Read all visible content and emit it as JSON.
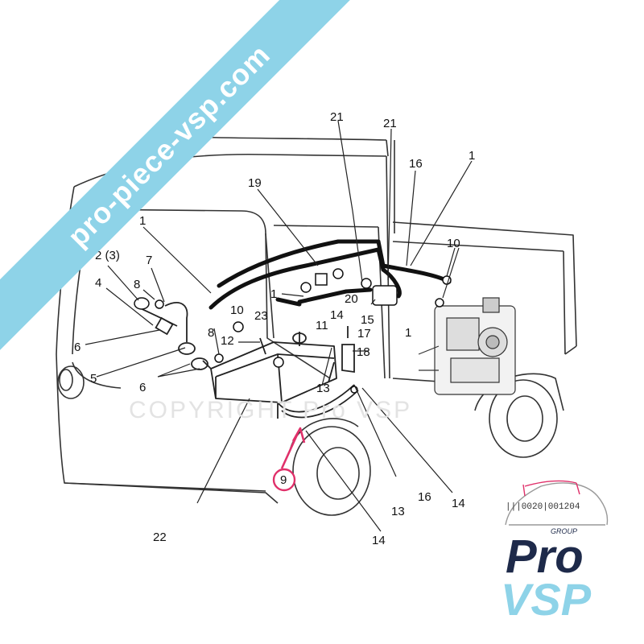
{
  "banner": {
    "text": "pro-piece-vsp.com",
    "color": "#8ed3e8"
  },
  "watermark": {
    "text": "COPYRIGHT Pro VSP"
  },
  "logo": {
    "line1": "Pro",
    "line2": "VSP",
    "tagline": "GROUP",
    "primary_color": "#1e2a4a",
    "accent_color": "#8ed3e8",
    "part_code": "|||0020|001204"
  },
  "highlight": {
    "label": "9",
    "color": "#e0306a"
  },
  "callouts": [
    {
      "id": "c21a",
      "label": "21"
    },
    {
      "id": "c21b",
      "label": "21"
    },
    {
      "id": "c16a",
      "label": "16"
    },
    {
      "id": "c1a",
      "label": "1"
    },
    {
      "id": "c19",
      "label": "19"
    },
    {
      "id": "c1b",
      "label": "1"
    },
    {
      "id": "c10a",
      "label": "10"
    },
    {
      "id": "c2",
      "label": "2 (3)"
    },
    {
      "id": "c7",
      "label": "7"
    },
    {
      "id": "c4",
      "label": "4"
    },
    {
      "id": "c8a",
      "label": "8"
    },
    {
      "id": "c1c",
      "label": "1"
    },
    {
      "id": "c20",
      "label": "20"
    },
    {
      "id": "c15",
      "label": "15"
    },
    {
      "id": "c10b",
      "label": "10"
    },
    {
      "id": "c23",
      "label": "23"
    },
    {
      "id": "c14a",
      "label": "14"
    },
    {
      "id": "c11",
      "label": "11"
    },
    {
      "id": "c17",
      "label": "17"
    },
    {
      "id": "c1d",
      "label": "1"
    },
    {
      "id": "c6a",
      "label": "6"
    },
    {
      "id": "c8b",
      "label": "8"
    },
    {
      "id": "c12",
      "label": "12"
    },
    {
      "id": "c18",
      "label": "18"
    },
    {
      "id": "c5",
      "label": "5"
    },
    {
      "id": "c6b",
      "label": "6"
    },
    {
      "id": "c13a",
      "label": "13"
    },
    {
      "id": "c13b",
      "label": "13"
    },
    {
      "id": "c16b",
      "label": "16"
    },
    {
      "id": "c14b",
      "label": "14"
    },
    {
      "id": "c22",
      "label": "22"
    },
    {
      "id": "c14c",
      "label": "14"
    }
  ]
}
